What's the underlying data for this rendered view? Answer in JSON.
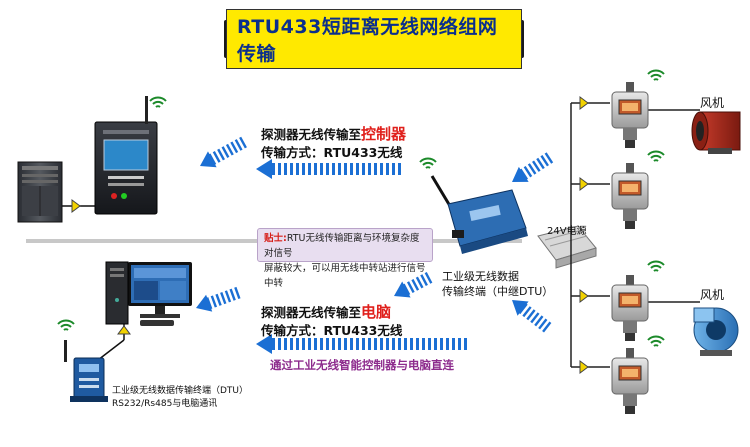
{
  "title": "RTU433短距离无线网络组网传输",
  "top_link": {
    "line1_prefix": "探测器无线传输至",
    "line1_highlight": "控制器",
    "line2": "传输方式：RTU433无线"
  },
  "bottom_link": {
    "line1_prefix": "探测器无线传输至",
    "line1_highlight": "电脑",
    "line2": "传输方式：RTU433无线",
    "direct_note": "通过工业无线智能控制器与电脑直连"
  },
  "tip": {
    "label": "贴士:",
    "line1": "RTU无线传输距离与环境复杂度对信号",
    "line2": "屏蔽较大，可以用无线中转站进行信号中转"
  },
  "relay": {
    "line1": "工业级无线数据",
    "line2": "传输终端（中继DTU）"
  },
  "power_label": "24V电源",
  "fan_top_label": "风机",
  "fan_bottom_label": "风机",
  "dtu_pc": {
    "line1": "工业级无线数据传输终端（DTU）",
    "line2": "RS232/Rs485与电脑通讯"
  },
  "colors": {
    "arrow_blue": "#1b6fd4",
    "title_bg": "#ffe900",
    "title_text": "#0b2f8c",
    "highlight_red": "#e0201c",
    "note_purple": "#8d2c8d",
    "divider": "#c8c8c8"
  }
}
